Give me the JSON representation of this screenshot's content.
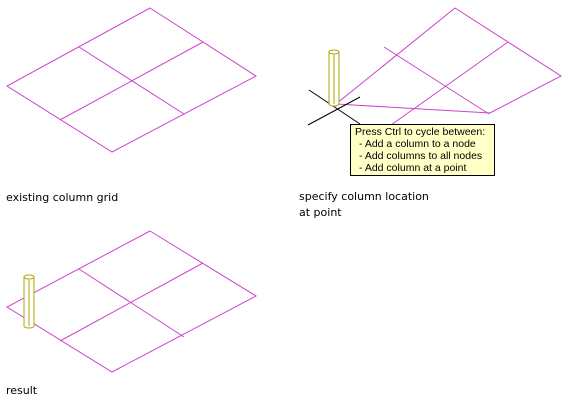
{
  "panels": {
    "existing": {
      "caption": "existing column grid"
    },
    "specify": {
      "caption_line1": "specify column location",
      "caption_line2": "at point"
    },
    "result": {
      "caption": "result"
    }
  },
  "tooltip": {
    "header": "Press Ctrl to cycle between:",
    "items": [
      "- Add a column to a node",
      "- Add columns to all nodes",
      "- Add column at a point"
    ]
  },
  "colors": {
    "grid": "#cc44cc",
    "column": "#a8a800",
    "crosshair": "#000000",
    "tooltip_bg": "#ffffc6"
  },
  "icons": {
    "cursor": "crosshair-cursor-icon",
    "column": "column-icon"
  }
}
